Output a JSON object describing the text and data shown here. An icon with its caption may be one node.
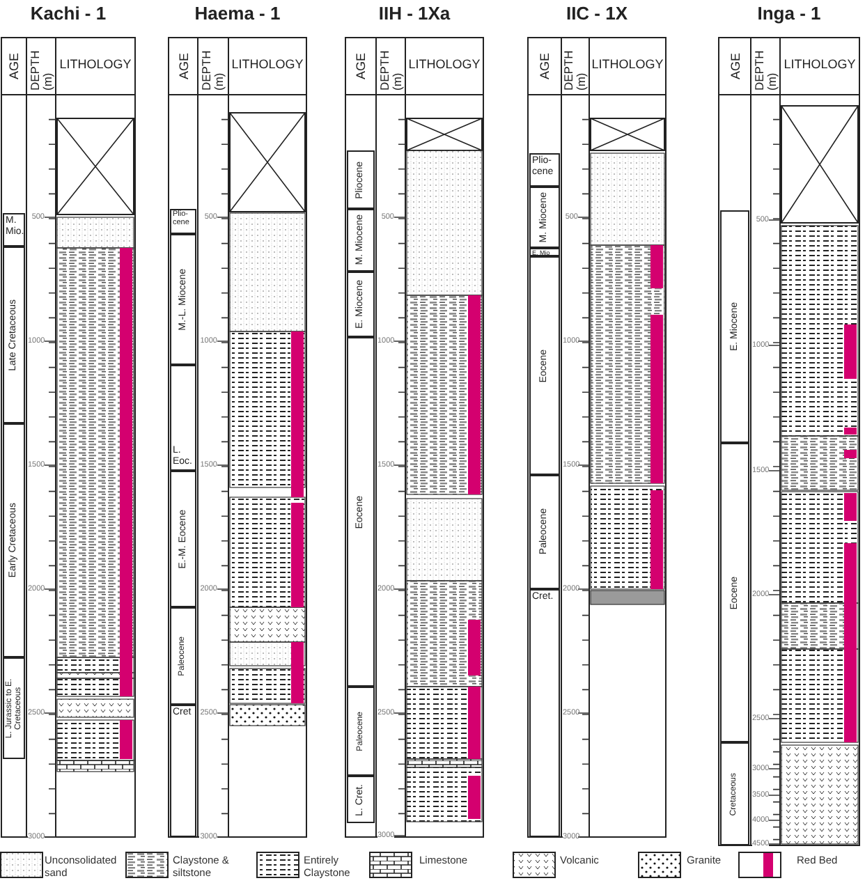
{
  "diagram": {
    "nodes": [
      {
        "text": [
          "M. Mio."
        ]
      },
      {
        "text": [
          "Late Cretaceous"
        ]
      },
      {
        "text": [
          "Early Cretaceous"
        ]
      },
      {
        "text": [
          "L. Jurassic to E. Cretaceous"
        ]
      },
      {
        "text": [
          "Plio-cene"
        ]
      },
      {
        "text": [
          "M.-L. Miocene"
        ]
      },
      {
        "text": [
          "L. Eoc."
        ]
      },
      {
        "text": [
          "E.-M. Eocene"
        ]
      },
      {
        "text": [
          "Paleocene"
        ]
      },
      {
        "text": [
          "Cret"
        ]
      },
      {
        "text": [
          "Pliocene"
        ]
      },
      {
        "text": [
          "M. Miocene"
        ]
      },
      {
        "text": [
          "E. Miocene"
        ]
      },
      {
        "text": [
          "Eocene"
        ]
      },
      {
        "text": [
          "Paleocene"
        ]
      },
      {
        "text": [
          "L. Cret."
        ]
      },
      {
        "text": [
          "Plio-cene"
        ]
      },
      {
        "text": [
          "M. Miocene"
        ]
      },
      {
        "text": [
          "E. Mio"
        ]
      },
      {
        "text": [
          "Eocene"
        ]
      },
      {
        "text": [
          "Paleocene"
        ]
      },
      {
        "text": [
          "Cret."
        ]
      },
      {
        "text": [
          "E. Miocene"
        ]
      },
      {
        "text": [
          "Eocene"
        ]
      },
      {
        "text": [
          "Cretaceous"
        ]
      }
    ],
    "labels": [
      "Kachi - 1",
      "AGE",
      "DEPTH (m)",
      "LITHOLOGY",
      "500",
      "1000",
      "1500",
      "2000",
      "2500",
      "3000",
      "Haema - 1",
      "AGE",
      "DEPTH (m)",
      "LITHOLOGY",
      "500",
      "1000",
      "1500",
      "2000",
      "2500",
      "3000",
      "IIH - 1Xa",
      "AGE",
      "DEPTH (m)",
      "LITHOLOGY",
      "500",
      "1000",
      "1500",
      "2000",
      "2500",
      "3000",
      "IIC - 1X",
      "AGE",
      "DEPTH (m)",
      "LITHOLOGY",
      "500",
      "1000",
      "1500",
      "2000",
      "2500",
      "3000",
      "Inga - 1",
      "AGE",
      "DEPTH (m)",
      "LITHOLOGY",
      "500",
      "1000",
      "1500",
      "2000",
      "2500",
      "3000",
      "3500",
      "4000",
      "4500"
    ],
    "legend": [
      {
        "text": "Unconsolidated sand"
      },
      {
        "text": "Claystone & siltstone"
      },
      {
        "text": "Entirely Claystone"
      },
      {
        "text": "Limestone"
      },
      {
        "text": "Volcanic"
      },
      {
        "text": "Granite"
      },
      {
        "text": "Red Bed"
      }
    ]
  }
}
